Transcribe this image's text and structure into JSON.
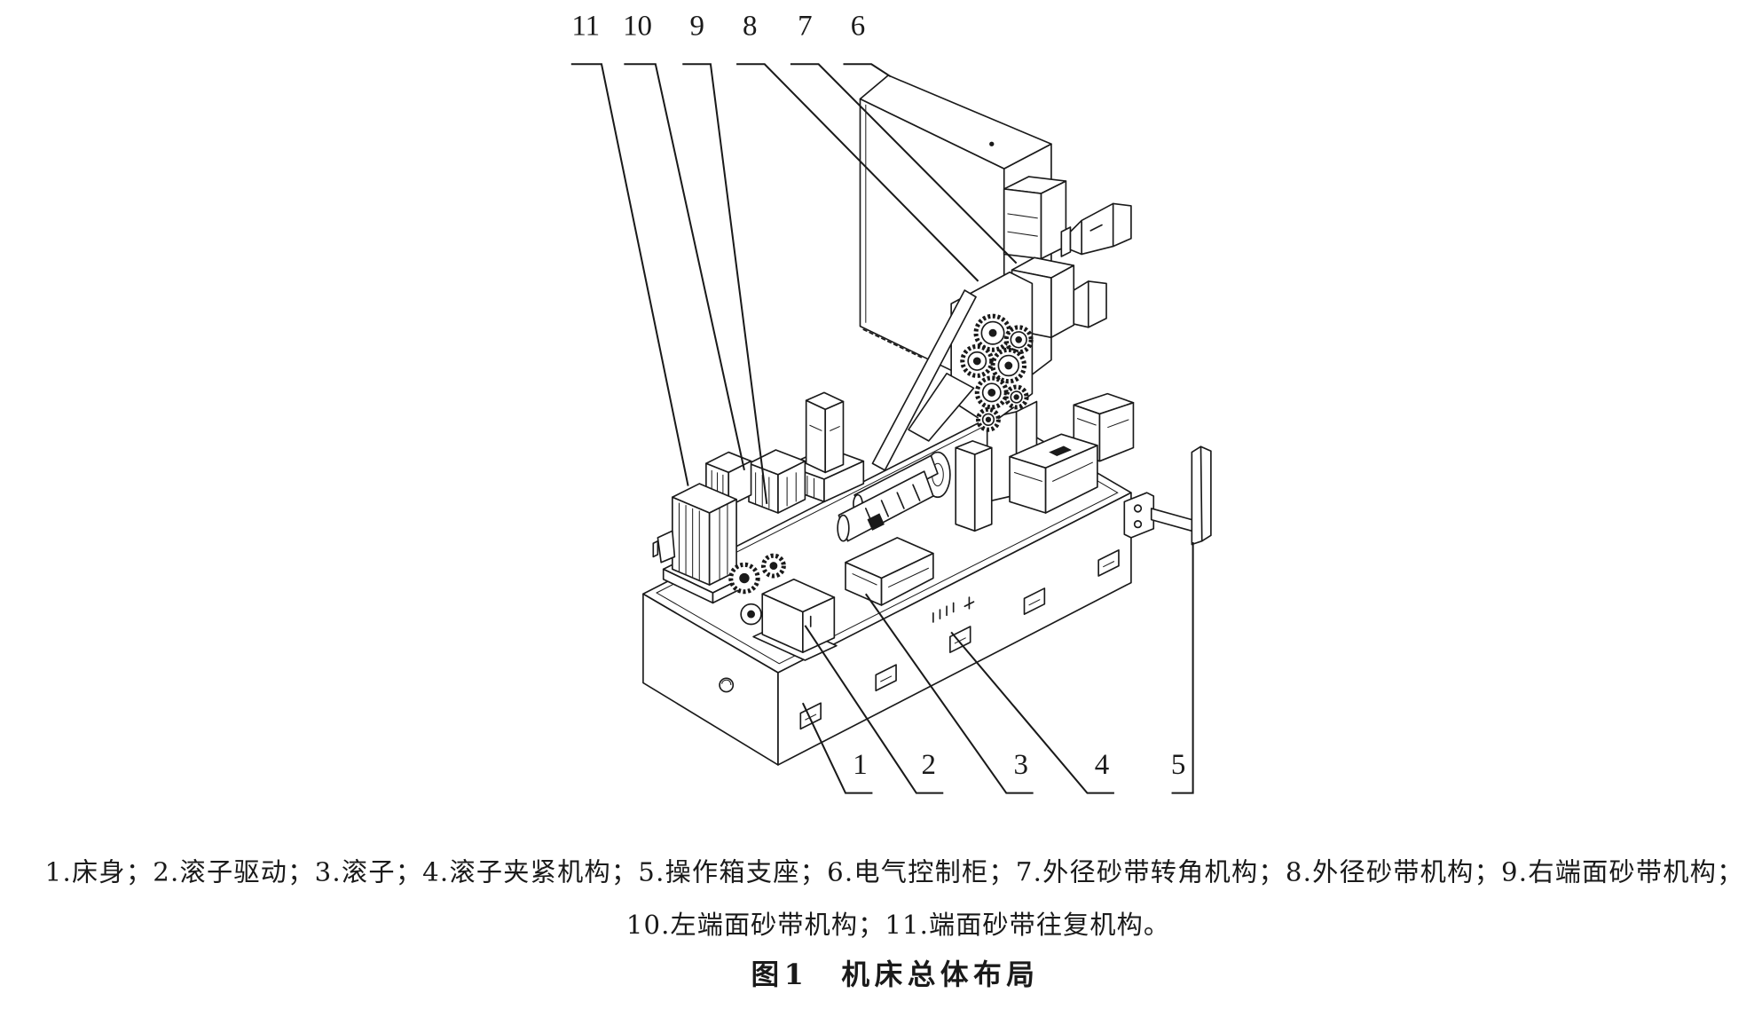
{
  "figure": {
    "callouts": {
      "top": [
        "11",
        "10",
        "9",
        "8",
        "7",
        "6"
      ],
      "bottom": [
        "1",
        "2",
        "3",
        "4",
        "5"
      ]
    },
    "legend": [
      "1.床身；2.滚子驱动；3.滚子；4.滚子夹紧机构；5.操作箱支座；6.电气控制柜；7.外径砂带转角机构；8.外径砂带机构；9.右端面砂带机构；",
      "10.左端面砂带机构；11.端面砂带往复机构。"
    ],
    "title": "图1　机床总体布局"
  },
  "colors": {
    "line": "#1a1a1a",
    "background": "#ffffff"
  }
}
